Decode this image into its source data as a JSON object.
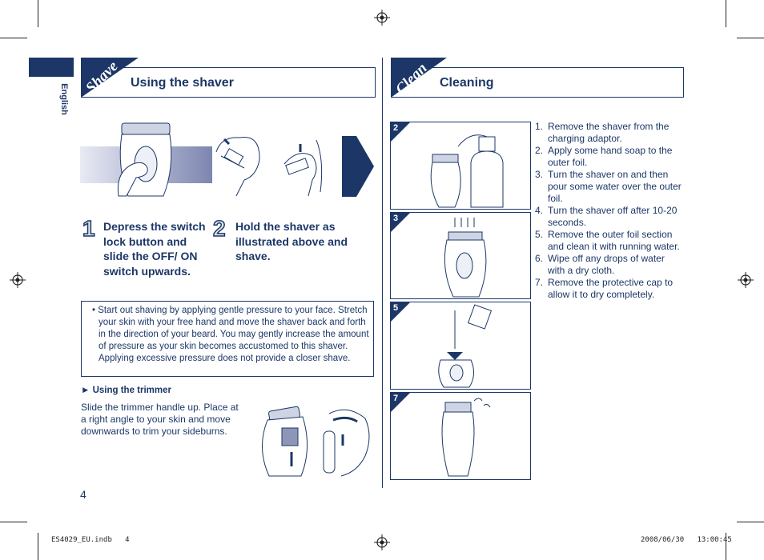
{
  "sidebar": {
    "language": "English"
  },
  "shave": {
    "tab_label": "Shave",
    "title": "Using the shaver",
    "steps": [
      {
        "num": "1",
        "text": "Depress the switch lock button and slide the OFF/ ON switch upwards."
      },
      {
        "num": "2",
        "text": "Hold the shaver as illustrated above and shave."
      }
    ],
    "note": "• Start out shaving by applying gentle pressure to your face. Stretch your skin with your free hand and move the shaver back and forth in the direction of your beard. You may gently increase the amount of pressure as your skin becomes accustomed to this shaver. Applying excessive pressure does not provide a closer shave.",
    "trimmer_heading": "► Using the trimmer",
    "trimmer_text": "Slide the trimmer handle up. Place at a right angle to your skin and move downwards to trim your sideburns."
  },
  "clean": {
    "tab_label": "Clean",
    "title": "Cleaning",
    "figures": [
      "2",
      "3",
      "5",
      "7"
    ],
    "steps": [
      {
        "n": "1.",
        "text": "Remove the shaver from the charging adaptor."
      },
      {
        "n": "2.",
        "text": "Apply some hand soap to the outer foil."
      },
      {
        "n": "3.",
        "text": "Turn the shaver on and then pour some water over the outer foil."
      },
      {
        "n": "4.",
        "text": "Turn the shaver off after 10-20 seconds."
      },
      {
        "n": "5.",
        "text": "Remove the outer foil section and clean it with running water."
      },
      {
        "n": "6.",
        "text": "Wipe off any drops of water with a dry cloth."
      },
      {
        "n": "7.",
        "text": "Remove the protective cap to allow it to dry completely."
      }
    ]
  },
  "page_number": "4",
  "footer": {
    "file": "ES4029_EU.indb   4",
    "timestamp": "2008/06/30   13:00:45"
  },
  "colors": {
    "accent": "#1c3767",
    "gradient_light": "#dfe2ee"
  }
}
